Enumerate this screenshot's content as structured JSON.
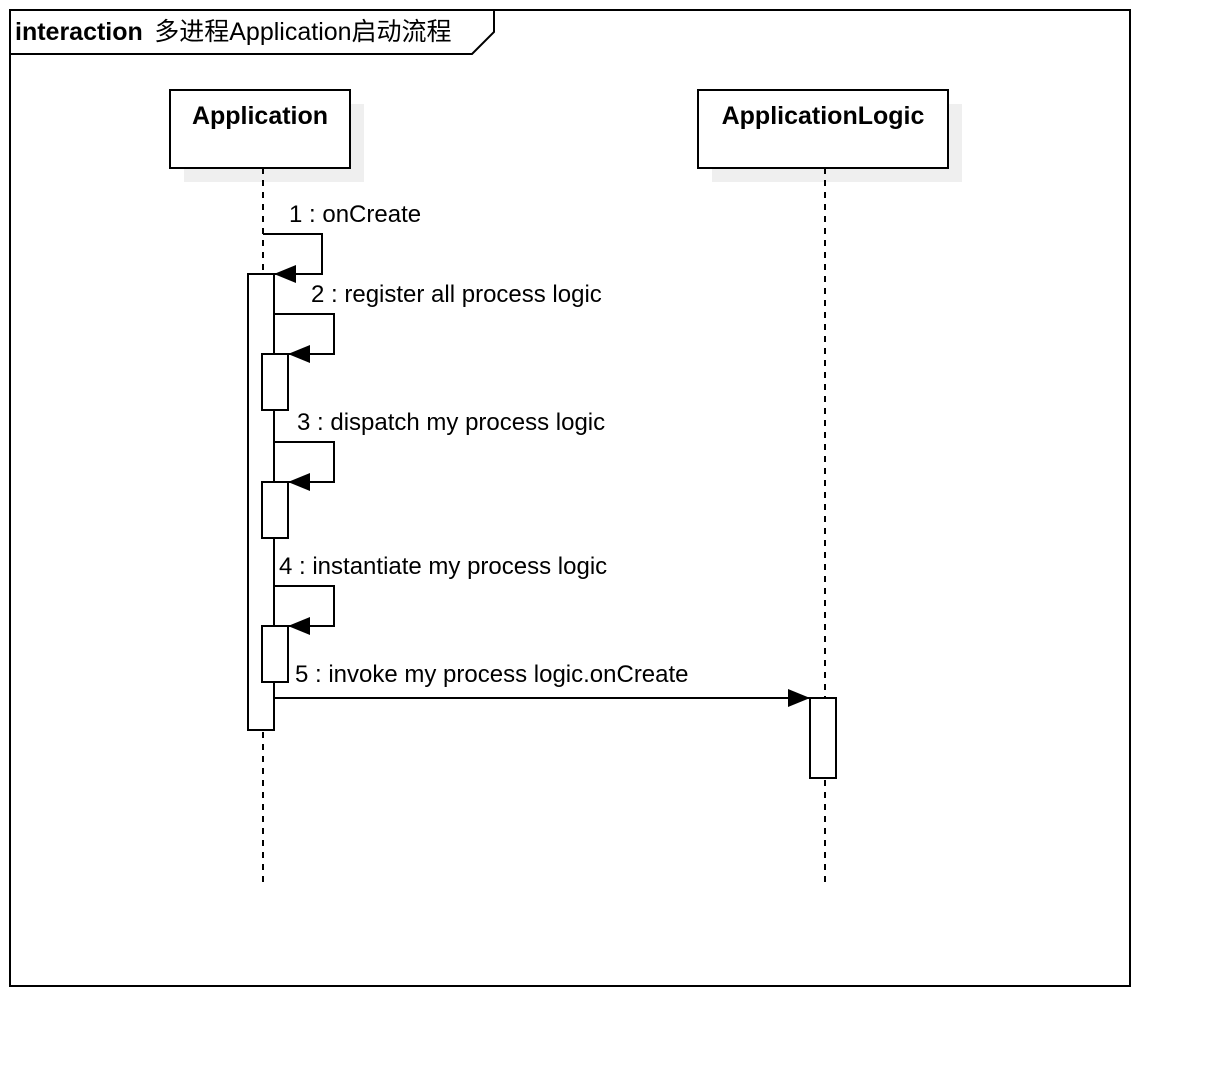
{
  "frame": {
    "keyword": "interaction",
    "name": "多进程Application启动流程"
  },
  "lifelines": [
    {
      "name": "Application"
    },
    {
      "name": "ApplicationLogic"
    }
  ],
  "messages": [
    {
      "label": "1 : onCreate",
      "from": "Application",
      "to": "Application",
      "kind": "self"
    },
    {
      "label": "2 : register all process logic",
      "from": "Application",
      "to": "Application",
      "kind": "self"
    },
    {
      "label": "3 : dispatch my process logic",
      "from": "Application",
      "to": "Application",
      "kind": "self"
    },
    {
      "label": "4 : instantiate my process logic",
      "from": "Application",
      "to": "Application",
      "kind": "self"
    },
    {
      "label": "5 : invoke my process logic.onCreate",
      "from": "Application",
      "to": "ApplicationLogic",
      "kind": "sync"
    }
  ],
  "colors": {
    "line": "#000000",
    "shadow": "#efefef",
    "fill": "#ffffff"
  }
}
